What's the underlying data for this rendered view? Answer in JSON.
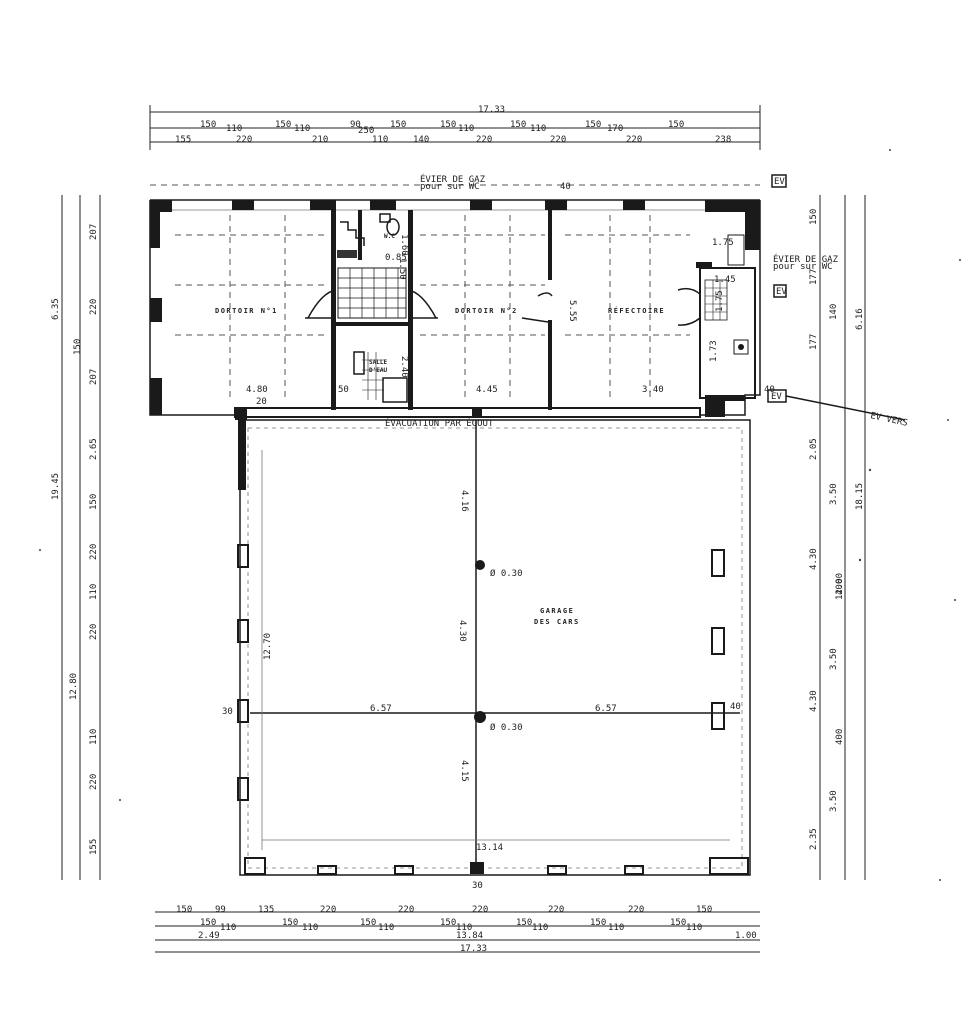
{
  "rooms": {
    "dortoir1": "DORTOIR N°1",
    "dortoir2": "DORTOIR N°2",
    "refectoire": "RÉFECTOIRE",
    "wc": "W.C",
    "salle_line1": "SALLE",
    "salle_line2": "D'EAU",
    "garage_line1": "GARAGE",
    "garage_line2": "DES CARS",
    "evier_top": "ÉVIER DE GAZ",
    "evier_top2": "pour sur WC",
    "evier_right": "ÉVIER DE GAZ",
    "evier_right2": "pour sur WC",
    "bottom_note": "ÉVACUATION PAR ÉGOUT",
    "post_label1": "Ø 0.30",
    "post_label2": "Ø 0.30",
    "ev_vers": "EV VERS",
    "ev_tag": "EV",
    "ev_right": "EV",
    "ev_tag2": "EV"
  },
  "dimensions": {
    "top_total": "17.33",
    "top_row1": [
      "150",
      "110",
      "150",
      "110",
      "90",
      "250",
      "150",
      "150",
      "110",
      "150",
      "110",
      "150",
      "170",
      "150"
    ],
    "top_row2": [
      "155",
      "220",
      "210",
      "110",
      "140",
      "220",
      "220",
      "220",
      "238"
    ],
    "top_40": "40",
    "left_635": "6.35",
    "left_1945": "19.45",
    "left_265": "2.65",
    "left_1280": "12.80",
    "left_207a": "207",
    "left_207b": "207",
    "left_150a": "150",
    "left_150b": "150",
    "left_220a": "220",
    "left_220b": "220",
    "left_220c": "220",
    "left_220d": "220",
    "left_155": "155",
    "left_tick_a": "110",
    "left_tick_b": "110",
    "right_1815": "18.15",
    "right_616": "6.16",
    "right_205": "2.05",
    "right_350": "3.50",
    "right_430a": "4.30",
    "right_430b": "4.30",
    "right_350b": "3.50",
    "right_235": "2.35",
    "right_177a": "177",
    "right_177b": "177",
    "right_150": "150",
    "right_140": "140",
    "right_400a": "400",
    "right_400b": "400",
    "right_1200": "12.00",
    "right_40": "40",
    "wc_dim": "1.60",
    "wc_dim2": "0.85",
    "stair_dim": "1.50",
    "salle_dim": "2.40",
    "kitchen_175": "1.75",
    "kitchen_145": "1.45",
    "kitchen_173": "1.73",
    "kitchen_175b": "1.75",
    "d1_480": "4.80",
    "d1_20": "20",
    "d1_50": "50",
    "d2_445": "4.45",
    "r_340": "3.40",
    "r_555": "5.55",
    "g_416": "4.16",
    "g_430": "4.30",
    "g_415": "4.15",
    "g_657a": "6.57",
    "g_657b": "6.57",
    "g_1314": "13.14",
    "g_1270": "12.70",
    "g_30": "30",
    "g_40": "40",
    "g_40b": "40",
    "g_30b": "30",
    "bot_row1": [
      "150",
      "99",
      "135",
      "220",
      "220",
      "220",
      "220",
      "220",
      "150"
    ],
    "bot_row2": [
      "150",
      "110",
      "150",
      "110",
      "150",
      "110",
      "150",
      "110",
      "150",
      "110",
      "150",
      "110",
      "150",
      "110"
    ],
    "bot_249": "2.49",
    "bot_1384": "13.84",
    "bot_100": "1.00",
    "bot_total": "17.33"
  }
}
